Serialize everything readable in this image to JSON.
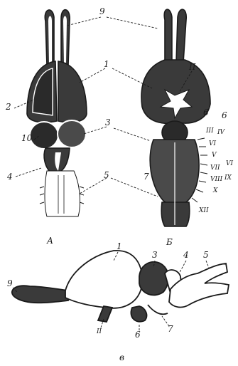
{
  "colors": {
    "ink": "#1a1a1a",
    "paper": "#ffffff",
    "shade": "#3a3a3a"
  },
  "panels": {
    "a": {
      "caption": "А"
    },
    "b": {
      "caption": "Б"
    },
    "c": {
      "caption": "в"
    }
  },
  "labels": {
    "a": {
      "n9": "9",
      "n1": "1",
      "n2": "2",
      "n3": "3",
      "n10": "10",
      "n4": "4",
      "n5": "5"
    },
    "b": {
      "roman_ii_top": "II",
      "n6a": "6",
      "n6b": "6",
      "n7": "7",
      "iii": "III",
      "iv": "IV",
      "vi_upper": "VI",
      "v": "V",
      "vi": "VI",
      "vii": "VII",
      "viii": "VIII",
      "ix": "IX",
      "x": "X",
      "xii": "XII"
    },
    "c": {
      "n1": "1",
      "n3": "3",
      "n4": "4",
      "n5": "5",
      "n9": "9",
      "ii": "II",
      "n6": "6",
      "n7": "7"
    }
  }
}
